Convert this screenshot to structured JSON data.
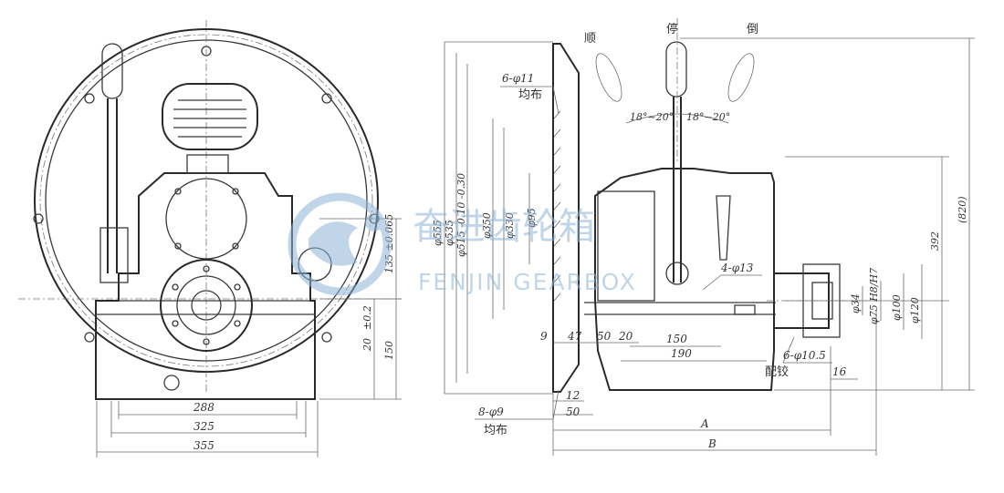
{
  "watermark": {
    "brand_cn": "奋进齿轮箱",
    "brand_en": "FENJIN GEARBOX",
    "color": "#8fb4d6"
  },
  "front_view": {
    "dims": {
      "w288": "288",
      "w325": "325",
      "w355": "355",
      "h135": "135 ±0.065",
      "h150": "150",
      "h20": "20",
      "h202": "±0.2"
    }
  },
  "side_view": {
    "lever_positions": {
      "forward": "顺",
      "neutral": "停",
      "reverse": "倒"
    },
    "angle_left": "18°~20°",
    "angle_right": "18°~20°",
    "holes_top": "6-φ11",
    "holes_top_note": "均布",
    "holes_bottom": "8-φ9",
    "holes_bottom_note": "均布",
    "mount_holes": "4-φ13",
    "coupling_holes": "6-φ10.5",
    "coupling_note": "配铰",
    "diameters": {
      "d555": "φ555",
      "d535": "φ535",
      "d515": "φ515 -0.10 -0.30",
      "d350": "φ350",
      "d330": "φ330",
      "d95": "φ95"
    },
    "dims": {
      "d9": "9",
      "d47": "47",
      "d50a": "50",
      "d20": "20",
      "d150": "150",
      "d190": "190",
      "d12": "12",
      "d50b": "50",
      "dA": "A",
      "dB": "B",
      "d16": "16",
      "h820": "(820)",
      "h392": "392",
      "od120": "φ120",
      "od100": "φ100",
      "od75": "φ75 H8/H7",
      "od34": "φ34"
    }
  }
}
